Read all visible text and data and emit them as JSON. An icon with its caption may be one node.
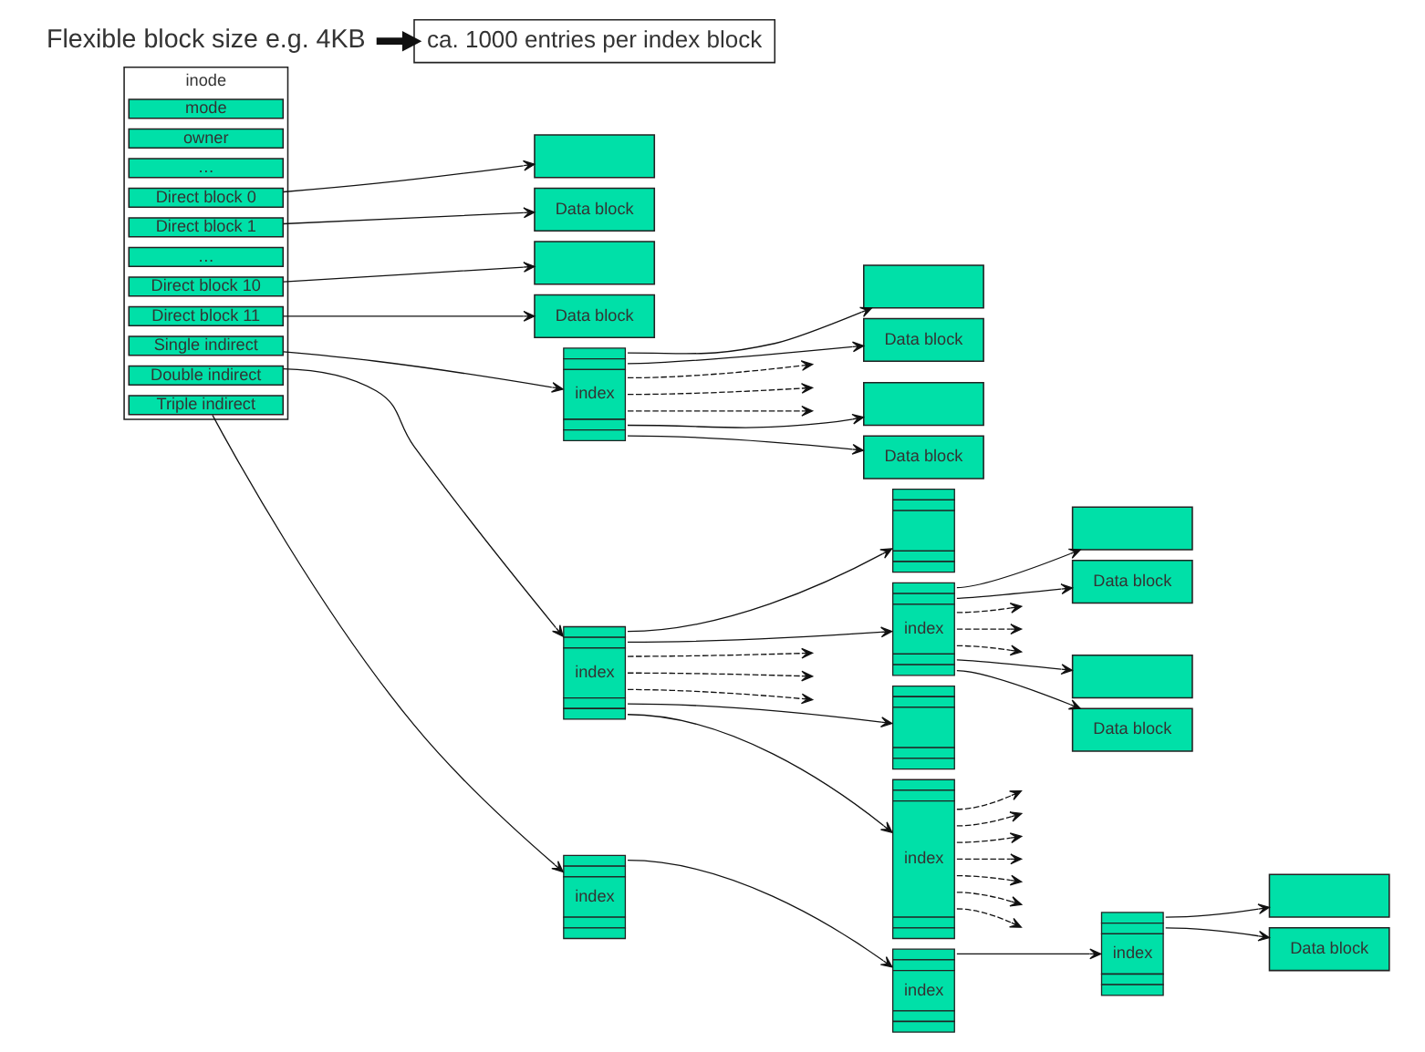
{
  "diagram": {
    "nodes": [
      {
        "text": [
          "inode"
        ]
      },
      {
        "text": [
          "mode"
        ],
        "in": 0
      },
      {
        "text": [
          "owner"
        ],
        "in": 0
      },
      {
        "text": [
          "…"
        ],
        "in": 0
      },
      {
        "text": [
          "Direct block 0"
        ],
        "in": 0
      },
      {
        "text": [
          "Direct block 1"
        ],
        "in": 0
      },
      {
        "text": [
          "…"
        ],
        "in": 0
      },
      {
        "text": [
          "Direct block 10"
        ],
        "in": 0
      },
      {
        "text": [
          "Direct block 11"
        ],
        "in": 0
      },
      {
        "text": [
          "Single indirect"
        ],
        "in": 0
      },
      {
        "text": [
          "Double indirect"
        ],
        "in": 0
      },
      {
        "text": [
          "Triple indirect"
        ],
        "in": 0
      },
      {
        "text": [
          "Flexible block size e.g. 4KB"
        ]
      },
      {
        "text": [
          "ca. 1000 entries per index block"
        ]
      },
      {
        "text": [],
        "shape": "box"
      },
      {
        "text": [
          "Data block"
        ]
      },
      {
        "text": [],
        "shape": "box"
      },
      {
        "text": [
          "Data block"
        ]
      },
      {
        "text": [
          "index"
        ]
      },
      {
        "text": [],
        "shape": "box"
      },
      {
        "text": [
          "Data block"
        ]
      },
      {
        "text": [],
        "shape": "box"
      },
      {
        "text": [
          "Data block"
        ]
      },
      {
        "text": [
          "index"
        ]
      },
      {
        "text": [],
        "shape": "box"
      },
      {
        "text": [
          "index"
        ]
      },
      {
        "text": [],
        "shape": "box"
      },
      {
        "text": [
          "Data block"
        ]
      },
      {
        "text": [],
        "shape": "box"
      },
      {
        "text": [
          "Data block"
        ]
      },
      {
        "text": [],
        "shape": "box"
      },
      {
        "text": [
          "index"
        ]
      },
      {
        "text": [
          "index"
        ]
      },
      {
        "text": [
          "index"
        ]
      },
      {
        "text": [
          "index"
        ]
      },
      {
        "text": [],
        "shape": "box"
      },
      {
        "text": [
          "Data block"
        ]
      }
    ],
    "edges": [
      {
        "from": 12,
        "to": 13,
        "arrow": "to",
        "style": "thick"
      },
      {
        "from": 4,
        "to": 14,
        "arrow": "to"
      },
      {
        "from": 5,
        "to": 15,
        "arrow": "to"
      },
      {
        "from": 7,
        "to": 16,
        "arrow": "to"
      },
      {
        "from": 8,
        "to": 17,
        "arrow": "to"
      },
      {
        "from": 9,
        "to": 18,
        "arrow": "to"
      },
      {
        "from": 18,
        "to": 19,
        "arrow": "to"
      },
      {
        "from": 18,
        "to": 20,
        "arrow": "to"
      },
      {
        "from": 18,
        "to": null,
        "arrow": "to",
        "style": "dashed"
      },
      {
        "from": 18,
        "to": null,
        "arrow": "to",
        "style": "dashed"
      },
      {
        "from": 18,
        "to": null,
        "arrow": "to",
        "style": "dashed"
      },
      {
        "from": 18,
        "to": 21,
        "arrow": "to"
      },
      {
        "from": 18,
        "to": 22,
        "arrow": "to"
      },
      {
        "from": 10,
        "to": 23,
        "arrow": "to"
      },
      {
        "from": 23,
        "to": 24,
        "arrow": "to"
      },
      {
        "from": 23,
        "to": 25,
        "arrow": "to"
      },
      {
        "from": 23,
        "to": null,
        "arrow": "to",
        "style": "dashed"
      },
      {
        "from": 23,
        "to": null,
        "arrow": "to",
        "style": "dashed"
      },
      {
        "from": 23,
        "to": null,
        "arrow": "to",
        "style": "dashed"
      },
      {
        "from": 23,
        "to": 30,
        "arrow": "to"
      },
      {
        "from": 23,
        "to": 31,
        "arrow": "to"
      },
      {
        "from": 25,
        "to": 26,
        "arrow": "to"
      },
      {
        "from": 25,
        "to": 27,
        "arrow": "to"
      },
      {
        "from": 25,
        "to": null,
        "arrow": "to",
        "style": "dashed"
      },
      {
        "from": 25,
        "to": null,
        "arrow": "to",
        "style": "dashed"
      },
      {
        "from": 25,
        "to": null,
        "arrow": "to",
        "style": "dashed"
      },
      {
        "from": 25,
        "to": 28,
        "arrow": "to"
      },
      {
        "from": 25,
        "to": 29,
        "arrow": "to"
      },
      {
        "from": 31,
        "to": null,
        "arrow": "to",
        "style": "dashed"
      },
      {
        "from": 31,
        "to": null,
        "arrow": "to",
        "style": "dashed"
      },
      {
        "from": 31,
        "to": null,
        "arrow": "to",
        "style": "dashed"
      },
      {
        "from": 31,
        "to": null,
        "arrow": "to",
        "style": "dashed"
      },
      {
        "from": 31,
        "to": null,
        "arrow": "to",
        "style": "dashed"
      },
      {
        "from": 31,
        "to": null,
        "arrow": "to",
        "style": "dashed"
      },
      {
        "from": 31,
        "to": null,
        "arrow": "to",
        "style": "dashed"
      },
      {
        "from": 11,
        "to": 32,
        "arrow": "to"
      },
      {
        "from": 32,
        "to": 33,
        "arrow": "to"
      },
      {
        "from": 33,
        "to": 34,
        "arrow": "to"
      },
      {
        "from": 34,
        "to": 35,
        "arrow": "to"
      },
      {
        "from": 34,
        "to": 36,
        "arrow": "to"
      }
    ]
  }
}
